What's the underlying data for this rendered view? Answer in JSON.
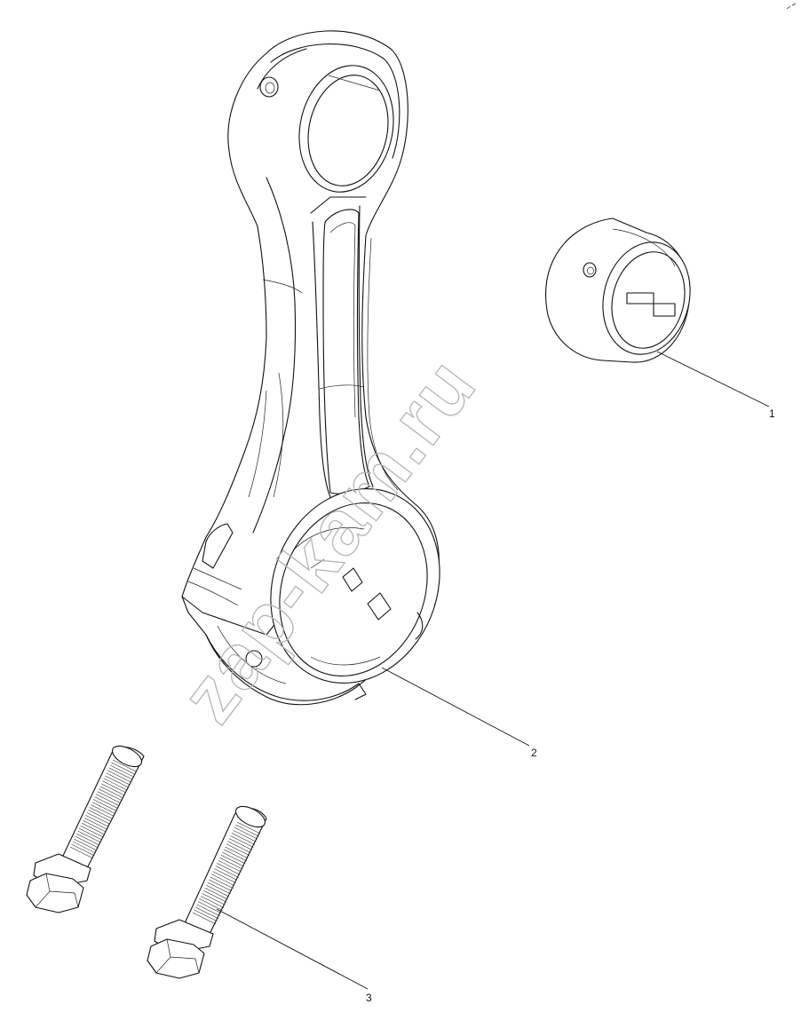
{
  "callouts": [
    {
      "id": "1",
      "label": "1",
      "part": "connecting-rod-small-end-bushing"
    },
    {
      "id": "2",
      "label": "2",
      "part": "connecting-rod"
    },
    {
      "id": "3",
      "label": "3",
      "part": "connecting-rod-bolt"
    }
  ],
  "watermark": "zap-kam.ru",
  "colors": {
    "line": "#111111",
    "watermark": "#b5b5b5",
    "background": "#ffffff"
  }
}
